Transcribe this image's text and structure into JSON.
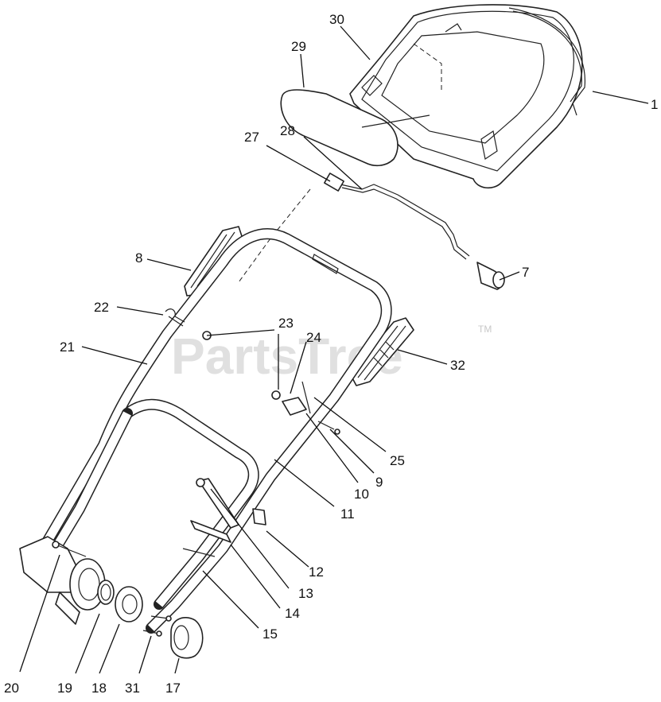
{
  "watermark": {
    "text": "PartsTree",
    "trademark": "TM"
  },
  "callouts": [
    "1",
    "7",
    "8",
    "9",
    "10",
    "11",
    "12",
    "13",
    "14",
    "15",
    "17",
    "18",
    "19",
    "20",
    "21",
    "22",
    "23",
    "24",
    "25",
    "27",
    "28",
    "29",
    "30",
    "31",
    "32"
  ]
}
